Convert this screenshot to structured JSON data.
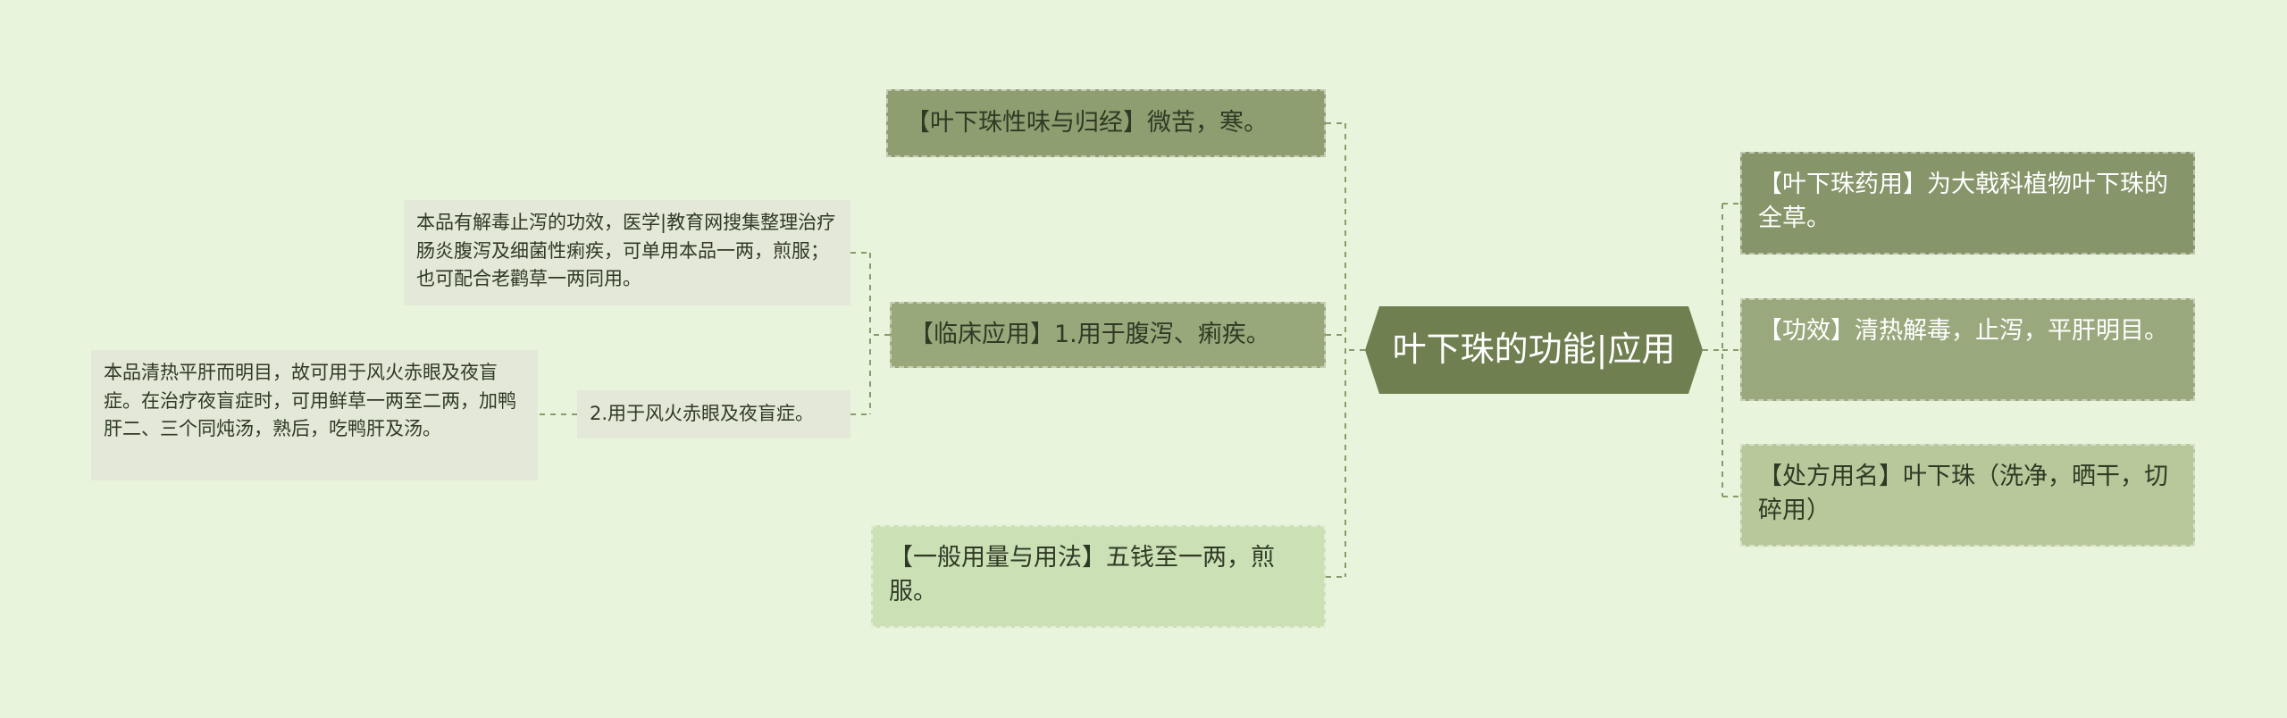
{
  "central": {
    "label": "叶下珠的功能|应用"
  },
  "right": [
    {
      "label": "【叶下珠药用】为大戟科植物叶下珠的全草。"
    },
    {
      "label": "【功效】清热解毒，止泻，平肝明目。"
    },
    {
      "label": "【处方用名】叶下珠（洗净，晒干，切碎用）"
    }
  ],
  "left": [
    {
      "label": "【叶下珠性味与归经】微苦，寒。"
    },
    {
      "label": "【临床应用】1.用于腹泻、痢疾。"
    },
    {
      "label": "【一般用量与用法】五钱至一两，煎服。"
    }
  ],
  "sub": {
    "diarrhea_note": "本品有解毒止泻的功效，医学|教育网搜集整理治疗肠炎腹泻及细菌性痢疾，可单用本品一两，煎服；也可配合老鹳草一两同用。",
    "eye_item": "2.用于风火赤眼及夜盲症。",
    "eye_note": "本品清热平肝而明目，故可用于风火赤眼及夜盲症。在治疗夜盲症时，可用鲜草一两至二两，加鸭肝二、三个同炖汤，熟后，吃鸭肝及汤。"
  },
  "colors": {
    "background": "#e8f5dc",
    "central": "#6f7f4f",
    "link": "#8a9a6a"
  }
}
